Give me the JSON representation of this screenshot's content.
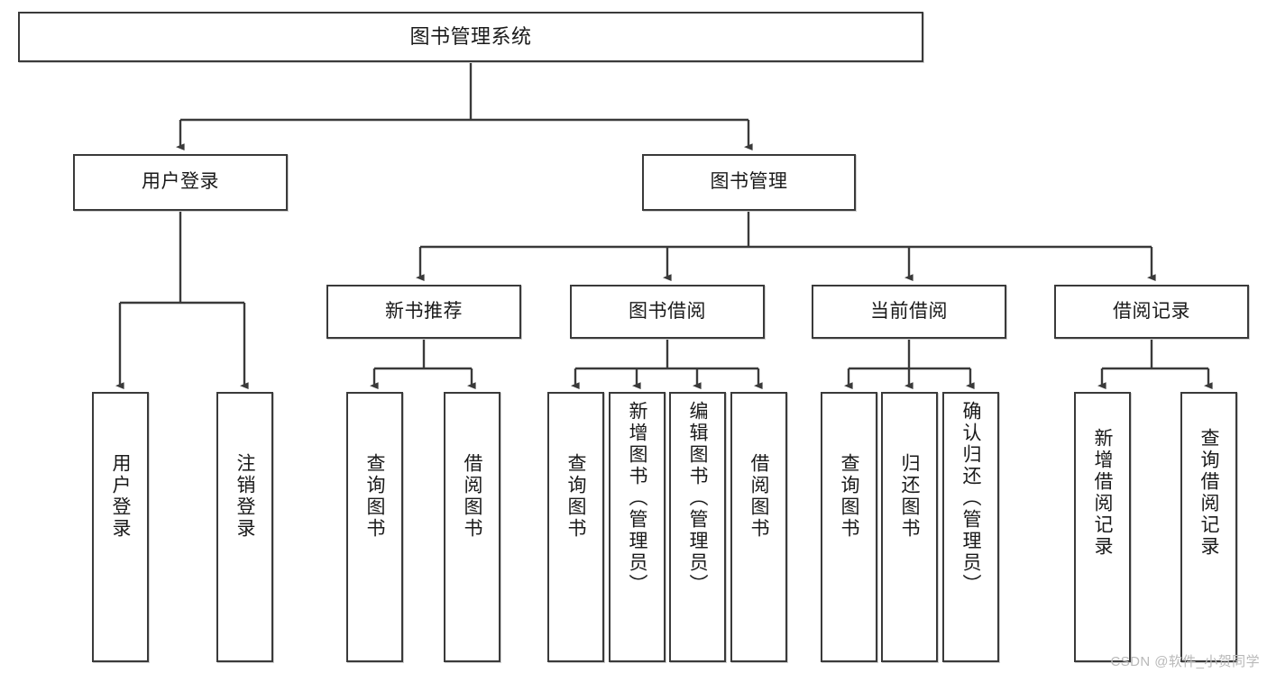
{
  "diagram": {
    "type": "tree-hierarchy-chart",
    "title_node": {
      "id": "root",
      "label": "图书管理系统"
    },
    "levels": [
      {
        "level": 1,
        "nodes": [
          {
            "id": "root",
            "label": "图书管理系统",
            "orientation": "horizontal"
          }
        ]
      },
      {
        "level": 2,
        "nodes": [
          {
            "id": "user-login",
            "label": "用户登录",
            "orientation": "horizontal",
            "parent": "root"
          },
          {
            "id": "book-manage",
            "label": "图书管理",
            "orientation": "horizontal",
            "parent": "root"
          }
        ]
      },
      {
        "level": 3,
        "nodes": [
          {
            "id": "new-book-rec",
            "label": "新书推荐",
            "orientation": "horizontal",
            "parent": "book-manage"
          },
          {
            "id": "book-borrow",
            "label": "图书借阅",
            "orientation": "horizontal",
            "parent": "book-manage"
          },
          {
            "id": "current-borrow",
            "label": "当前借阅",
            "orientation": "horizontal",
            "parent": "book-manage"
          },
          {
            "id": "borrow-record",
            "label": "借阅记录",
            "orientation": "horizontal",
            "parent": "book-manage"
          }
        ]
      },
      {
        "level": 4,
        "nodes": [
          {
            "id": "leaf-user-login",
            "label": "用户登录",
            "orientation": "vertical",
            "parent": "user-login"
          },
          {
            "id": "leaf-logout-login",
            "label": "注销登录",
            "orientation": "vertical",
            "parent": "user-login"
          },
          {
            "id": "leaf-query-book-1",
            "label": "查询图书",
            "orientation": "vertical",
            "parent": "new-book-rec"
          },
          {
            "id": "leaf-borrow-book-1",
            "label": "借阅图书",
            "orientation": "vertical",
            "parent": "new-book-rec"
          },
          {
            "id": "leaf-query-book-2",
            "label": "查询图书",
            "orientation": "vertical",
            "parent": "book-borrow"
          },
          {
            "id": "leaf-add-book",
            "label": "新增图书（管理员）",
            "orientation": "vertical",
            "parent": "book-borrow"
          },
          {
            "id": "leaf-edit-book",
            "label": "编辑图书（管理员）",
            "orientation": "vertical",
            "parent": "book-borrow"
          },
          {
            "id": "leaf-borrow-book-2",
            "label": "借阅图书",
            "orientation": "vertical",
            "parent": "book-borrow"
          },
          {
            "id": "leaf-query-book-3",
            "label": "查询图书",
            "orientation": "vertical",
            "parent": "current-borrow"
          },
          {
            "id": "leaf-return-book",
            "label": "归还图书",
            "orientation": "vertical",
            "parent": "current-borrow"
          },
          {
            "id": "leaf-confirm-return",
            "label": "确认归还（管理员）",
            "orientation": "vertical",
            "parent": "current-borrow"
          },
          {
            "id": "leaf-add-record",
            "label": "新增借阅记录",
            "orientation": "vertical",
            "parent": "borrow-record"
          },
          {
            "id": "leaf-query-record",
            "label": "查询借阅记录",
            "orientation": "vertical",
            "parent": "borrow-record"
          }
        ]
      }
    ],
    "colors": {
      "box_border": "#3a3a3a",
      "box_fill": "#ffffff",
      "connector": "#3a3a3a",
      "text": "#1a1a1a",
      "watermark": "#b9b9b9",
      "background": "#ffffff"
    }
  },
  "nodes": {
    "root": "图书管理系统",
    "user_login": "用户登录",
    "book_manage": "图书管理",
    "new_book_rec": "新书推荐",
    "book_borrow": "图书借阅",
    "current_borrow": "当前借阅",
    "borrow_record": "借阅记录",
    "leaf_user_login": "用户登录",
    "leaf_logout_login": "注销登录",
    "leaf_query_book_1": "查询图书",
    "leaf_borrow_book_1": "借阅图书",
    "leaf_query_book_2": "查询图书",
    "leaf_add_book": "新增图书（管理员）",
    "leaf_edit_book": "编辑图书（管理员）",
    "leaf_borrow_book_2": "借阅图书",
    "leaf_query_book_3": "查询图书",
    "leaf_return_book": "归还图书",
    "leaf_confirm_return": "确认归还（管理员）",
    "leaf_add_record": "新增借阅记录",
    "leaf_query_record": "查询借阅记录"
  },
  "watermark": {
    "text": "CSDN @软件_小贺同学"
  }
}
